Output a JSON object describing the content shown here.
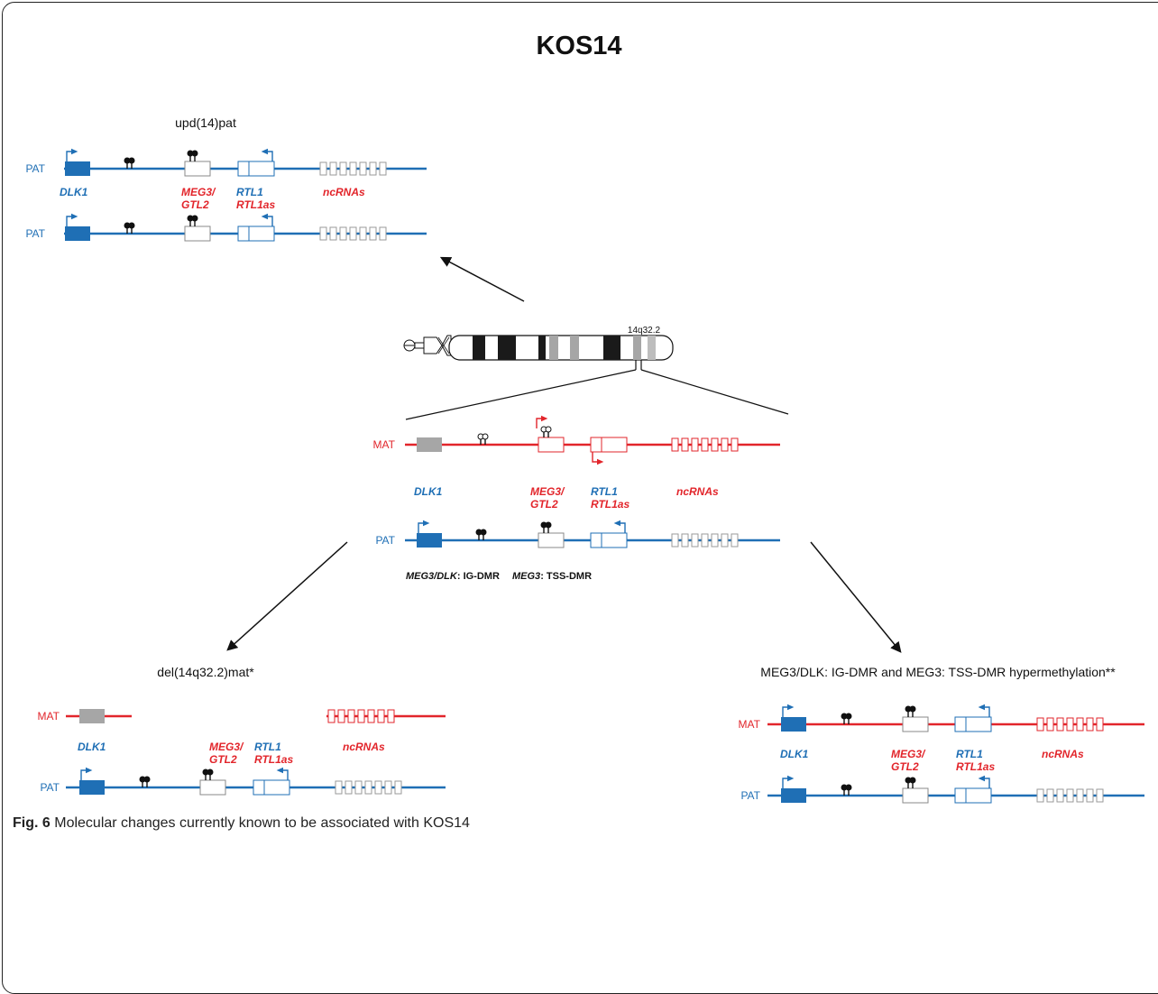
{
  "title": "KOS14",
  "figure_caption": {
    "label": "Fig. 6",
    "text": "Molecular changes currently known to be associated with KOS14"
  },
  "colors": {
    "maternal": "#e2252b",
    "paternal": "#1f6fb5",
    "imprinted_gray": "#a6a6a6",
    "ink": "#111111"
  },
  "strand_labels": {
    "mat": "MAT",
    "pat": "PAT"
  },
  "gene_labels": {
    "dlk1": "DLK1",
    "meg3_line1": "MEG3/",
    "meg3_line2": "GTL2",
    "rtl1": "RTL1",
    "rtl1as": "RTL1as",
    "ncrnas": "ncRNAs"
  },
  "chromosome": {
    "band_label": "14q32.2"
  },
  "panels": {
    "upd": {
      "title": "upd(14)pat"
    },
    "normal": {
      "dmr_1_gene": "MEG3/DLK",
      "dmr_1_rest": ": IG-DMR",
      "dmr_2_gene": "MEG3",
      "dmr_2_rest": ": TSS-DMR"
    },
    "deletion": {
      "title": "del(14q32.2)mat*"
    },
    "hypermethylation": {
      "title": "MEG3/DLK: IG-DMR and MEG3: TSS-DMR hypermethylation**"
    }
  }
}
